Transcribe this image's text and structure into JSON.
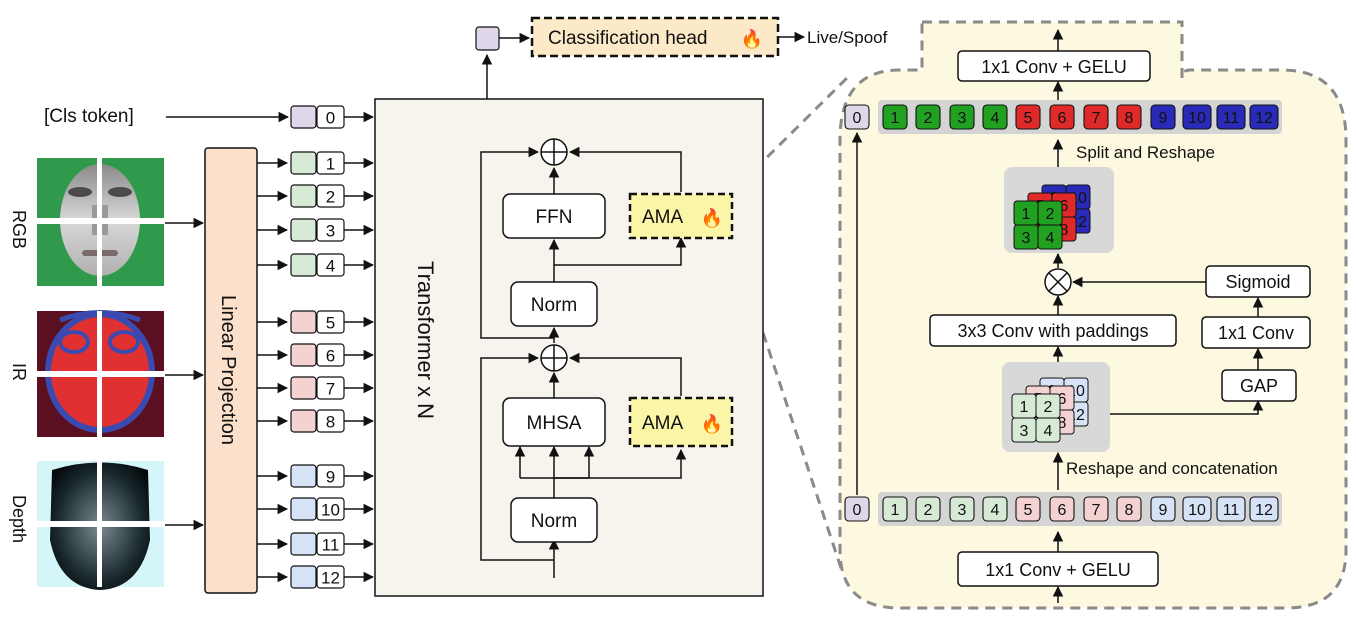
{
  "cls_token_label": "[Cls token]",
  "modalities": [
    "RGB",
    "IR",
    "Depth"
  ],
  "linear_projection_label": "Linear Projection",
  "token_numbers": [
    "0",
    "1",
    "2",
    "3",
    "4",
    "5",
    "6",
    "7",
    "8",
    "9",
    "10",
    "11",
    "12"
  ],
  "transformer_label": "Transformer x N",
  "blocks": {
    "ffn": "FFN",
    "norm": "Norm",
    "mhsa": "MHSA",
    "ama": "AMA",
    "fire_icon": "🔥"
  },
  "classification_head_label": "Classification head",
  "output_label": "Live/Spoof",
  "ama_detail": {
    "top_conv": "1x1 Conv + GELU",
    "split_reshape": "Split and Reshape",
    "sigmoid": "Sigmoid",
    "conv3x3": "3x3 Conv with paddings",
    "conv1x1": "1x1 Conv",
    "gap": "GAP",
    "reshape_concat": "Reshape and concatenation",
    "bottom_conv": "1x1 Conv + GELU"
  },
  "colors": {
    "cls_light": "#e0d6ea",
    "rgb_light": "#d6ead6",
    "ir_light": "#f4d2d2",
    "depth_light": "#d6e2f6",
    "rgb_dark": "#22a022",
    "ir_dark": "#e02a2a",
    "depth_dark": "#2a2ab8",
    "projection": "#fbe1cc",
    "transformer_bg": "#f6f4ec",
    "ama_bg": "#fdf8e0",
    "ama_block": "#fbf5a8",
    "cls_head": "#fbe9c8"
  }
}
